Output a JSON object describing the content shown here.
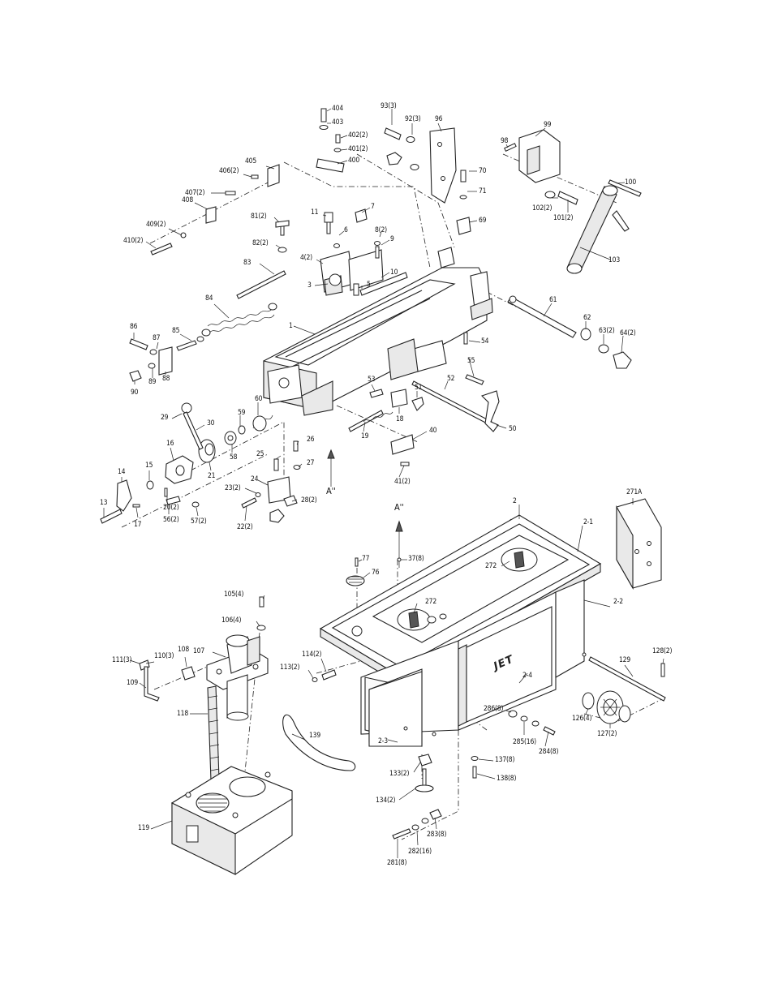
{
  "diagram": {
    "labels": [
      {
        "id": "404",
        "text": "404"
      },
      {
        "id": "403",
        "text": "403"
      },
      {
        "id": "402",
        "text": "402(2)"
      },
      {
        "id": "401",
        "text": "401(2)"
      },
      {
        "id": "400",
        "text": "400"
      },
      {
        "id": "405",
        "text": "405"
      },
      {
        "id": "406",
        "text": "406(2)"
      },
      {
        "id": "407",
        "text": "407(2)"
      },
      {
        "id": "408",
        "text": "408"
      },
      {
        "id": "409",
        "text": "409(2)"
      },
      {
        "id": "410",
        "text": "410(2)"
      },
      {
        "id": "93",
        "text": "93(3)"
      },
      {
        "id": "92",
        "text": "92(3)"
      },
      {
        "id": "96",
        "text": "96"
      },
      {
        "id": "98",
        "text": "98"
      },
      {
        "id": "99",
        "text": "99"
      },
      {
        "id": "100",
        "text": "100"
      },
      {
        "id": "102",
        "text": "102(2)"
      },
      {
        "id": "101",
        "text": "101(2)"
      },
      {
        "id": "103",
        "text": "103"
      },
      {
        "id": "70",
        "text": "70"
      },
      {
        "id": "71",
        "text": "71"
      },
      {
        "id": "69",
        "text": "69"
      },
      {
        "id": "11",
        "text": "11"
      },
      {
        "id": "7",
        "text": "7"
      },
      {
        "id": "6",
        "text": "6"
      },
      {
        "id": "8",
        "text": "8(2)"
      },
      {
        "id": "9",
        "text": "9"
      },
      {
        "id": "10",
        "text": "10"
      },
      {
        "id": "81",
        "text": "81(2)"
      },
      {
        "id": "82",
        "text": "82(2)"
      },
      {
        "id": "83",
        "text": "83"
      },
      {
        "id": "4",
        "text": "4(2)"
      },
      {
        "id": "3",
        "text": "3"
      },
      {
        "id": "5",
        "text": "5"
      },
      {
        "id": "84",
        "text": "84"
      },
      {
        "id": "85",
        "text": "85"
      },
      {
        "id": "86",
        "text": "86"
      },
      {
        "id": "87",
        "text": "87"
      },
      {
        "id": "88",
        "text": "88"
      },
      {
        "id": "89",
        "text": "89"
      },
      {
        "id": "90",
        "text": "90"
      },
      {
        "id": "1",
        "text": "1"
      },
      {
        "id": "61",
        "text": "61"
      },
      {
        "id": "62",
        "text": "62"
      },
      {
        "id": "63",
        "text": "63(2)"
      },
      {
        "id": "64",
        "text": "64(2)"
      },
      {
        "id": "54",
        "text": "54"
      },
      {
        "id": "55",
        "text": "55"
      },
      {
        "id": "53",
        "text": "53"
      },
      {
        "id": "52",
        "text": "52"
      },
      {
        "id": "51",
        "text": "51"
      },
      {
        "id": "18",
        "text": "18"
      },
      {
        "id": "50",
        "text": "50"
      },
      {
        "id": "40",
        "text": "40"
      },
      {
        "id": "19",
        "text": "19"
      },
      {
        "id": "41",
        "text": "41(2)"
      },
      {
        "id": "60",
        "text": "60"
      },
      {
        "id": "59",
        "text": "59"
      },
      {
        "id": "58",
        "text": "58"
      },
      {
        "id": "29",
        "text": "29"
      },
      {
        "id": "30",
        "text": "30"
      },
      {
        "id": "16",
        "text": "16"
      },
      {
        "id": "21",
        "text": "21"
      },
      {
        "id": "26",
        "text": "26"
      },
      {
        "id": "25",
        "text": "25"
      },
      {
        "id": "27",
        "text": "27"
      },
      {
        "id": "24",
        "text": "24"
      },
      {
        "id": "23",
        "text": "23(2)"
      },
      {
        "id": "28",
        "text": "28(2)"
      },
      {
        "id": "22",
        "text": "22(2)"
      },
      {
        "id": "14",
        "text": "14"
      },
      {
        "id": "15",
        "text": "15"
      },
      {
        "id": "20",
        "text": "20(2)"
      },
      {
        "id": "13",
        "text": "13"
      },
      {
        "id": "17",
        "text": "17"
      },
      {
        "id": "57",
        "text": "57(2)"
      },
      {
        "id": "56",
        "text": "56(2)"
      },
      {
        "id": "A1",
        "text": "A''"
      },
      {
        "id": "A2",
        "text": "A''"
      },
      {
        "id": "2",
        "text": "2"
      },
      {
        "id": "2-1",
        "text": "2-1"
      },
      {
        "id": "271A",
        "text": "271A"
      },
      {
        "id": "77",
        "text": "77"
      },
      {
        "id": "37",
        "text": "37(8)"
      },
      {
        "id": "76",
        "text": "76"
      },
      {
        "id": "272a",
        "text": "272"
      },
      {
        "id": "272b",
        "text": "272"
      },
      {
        "id": "2-2",
        "text": "2-2"
      },
      {
        "id": "105",
        "text": "105(4)"
      },
      {
        "id": "106",
        "text": "106(4)"
      },
      {
        "id": "107",
        "text": "107"
      },
      {
        "id": "108",
        "text": "108"
      },
      {
        "id": "111",
        "text": "111(3)"
      },
      {
        "id": "110",
        "text": "110(3)"
      },
      {
        "id": "109",
        "text": "109"
      },
      {
        "id": "114",
        "text": "114(2)"
      },
      {
        "id": "113",
        "text": "113(2)"
      },
      {
        "id": "128",
        "text": "128(2)"
      },
      {
        "id": "129",
        "text": "129"
      },
      {
        "id": "2-4",
        "text": "2-4"
      },
      {
        "id": "118",
        "text": "118"
      },
      {
        "id": "126",
        "text": "126(4)"
      },
      {
        "id": "127",
        "text": "127(2)"
      },
      {
        "id": "286",
        "text": "286(8)"
      },
      {
        "id": "285",
        "text": "285(16)"
      },
      {
        "id": "284",
        "text": "284(8)"
      },
      {
        "id": "139",
        "text": "139"
      },
      {
        "id": "2-3",
        "text": "2-3"
      },
      {
        "id": "137",
        "text": "137(8)"
      },
      {
        "id": "133",
        "text": "133(2)"
      },
      {
        "id": "138",
        "text": "138(8)"
      },
      {
        "id": "134",
        "text": "134(2)"
      },
      {
        "id": "119",
        "text": "119"
      },
      {
        "id": "283",
        "text": "283(8)"
      },
      {
        "id": "282",
        "text": "282(16)"
      },
      {
        "id": "281",
        "text": "281(8)"
      }
    ],
    "logo_text": "JET"
  }
}
